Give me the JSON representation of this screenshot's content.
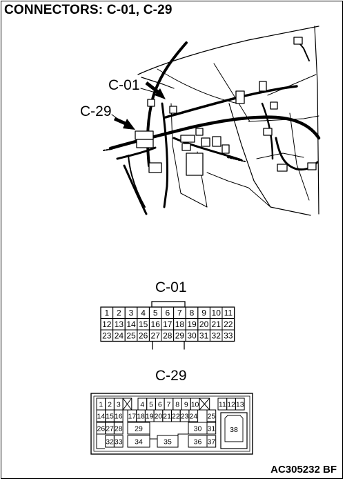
{
  "title": "CONNECTORS: C-01, C-29",
  "reference_code": "AC305232 BF",
  "illustration": {
    "callouts": [
      {
        "id": "c01",
        "label": "C-01"
      },
      {
        "id": "c29",
        "label": "C-29"
      }
    ]
  },
  "connector_c01": {
    "label": "C-01",
    "rows": [
      [
        "1",
        "2",
        "3",
        "4",
        "5",
        "6",
        "7",
        "8",
        "9",
        "10",
        "11"
      ],
      [
        "12",
        "13",
        "14",
        "15",
        "16",
        "17",
        "18",
        "19",
        "20",
        "21",
        "22"
      ],
      [
        "23",
        "24",
        "25",
        "26",
        "27",
        "28",
        "29",
        "30",
        "31",
        "32",
        "33"
      ]
    ]
  },
  "connector_c29": {
    "label": "C-29",
    "pins": [
      "1",
      "2",
      "3",
      "4",
      "5",
      "6",
      "7",
      "8",
      "9",
      "10",
      "11",
      "12",
      "13",
      "14",
      "15",
      "16",
      "17",
      "18",
      "19",
      "20",
      "21",
      "22",
      "23",
      "24",
      "25",
      "26",
      "27",
      "28",
      "29",
      "30",
      "31",
      "32",
      "33",
      "34",
      "35",
      "36",
      "37",
      "38"
    ]
  }
}
